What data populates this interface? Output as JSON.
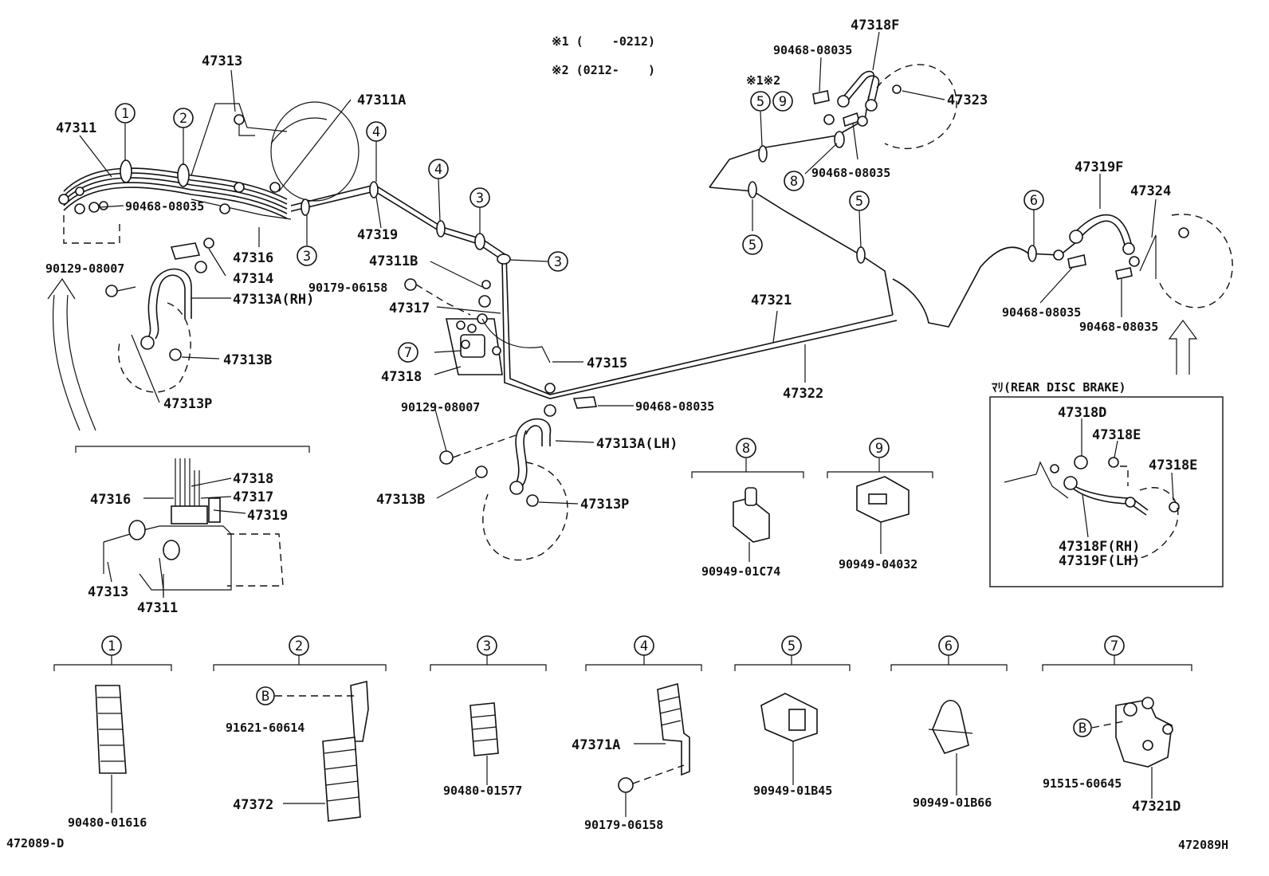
{
  "notes": {
    "n1": "※1 (    -0212)",
    "n2": "※2 (0212-    )",
    "n12": "※1※2"
  },
  "parts": {
    "p47311": "47311",
    "p47313": "47313",
    "p47311A": "47311A",
    "p47316": "47316",
    "p47314": "47314",
    "p47313A_rh": "47313A(RH)",
    "p47313B": "47313B",
    "p47313P": "47313P",
    "p90468a": "90468-08035",
    "p90129a": "90129-08007",
    "p47319": "47319",
    "p47311B": "47311B",
    "p90179a": "90179-06158",
    "p47317": "47317",
    "p47318": "47318",
    "p47315": "47315",
    "p90468b": "90468-08035",
    "p90129b": "90129-08007",
    "p47313A_lh": "47313A(LH)",
    "p47313B_lh": "47313B",
    "p47313P_lh": "47313P",
    "p47321": "47321",
    "p47322": "47322",
    "p47318F": "47318F",
    "p90468c": "90468-08035",
    "p47323": "47323",
    "p90468d": "90468-08035",
    "p47319F": "47319F",
    "p47324": "47324",
    "p90468e": "90468-08035",
    "p90468f": "90468-08035",
    "rear_title": "ﾏﾘ(REAR DISC BRAKE)",
    "p47318D": "47318D",
    "p47318E_a": "47318E",
    "p47318E_b": "47318E",
    "p47318F_rh": "47318F(RH)",
    "p47319F_lh": "47319F(LH)",
    "inset_47316": "47316",
    "inset_47318": "47318",
    "inset_47317": "47317",
    "inset_47319": "47319",
    "inset_47313": "47313",
    "inset_47311": "47311",
    "c8_part": "90949-01C74",
    "c9_part": "90949-04032",
    "c1_part": "90480-01616",
    "c2_bolt": "91621-60614",
    "c2_part": "47372",
    "c3_part": "90480-01577",
    "c4_part": "47371A",
    "c4_bolt": "90179-06158",
    "c5_part": "90949-01B45",
    "c6_part": "90949-01B66",
    "c7_bolt": "91515-60645",
    "c7_part": "47321D",
    "code_left": "472089-D",
    "code_right": "472089H"
  },
  "markers": {
    "one": "1",
    "two": "2",
    "three": "3",
    "four": "4",
    "five": "5",
    "six": "6",
    "seven": "7",
    "eight": "8",
    "nine": "9",
    "b": "B"
  }
}
